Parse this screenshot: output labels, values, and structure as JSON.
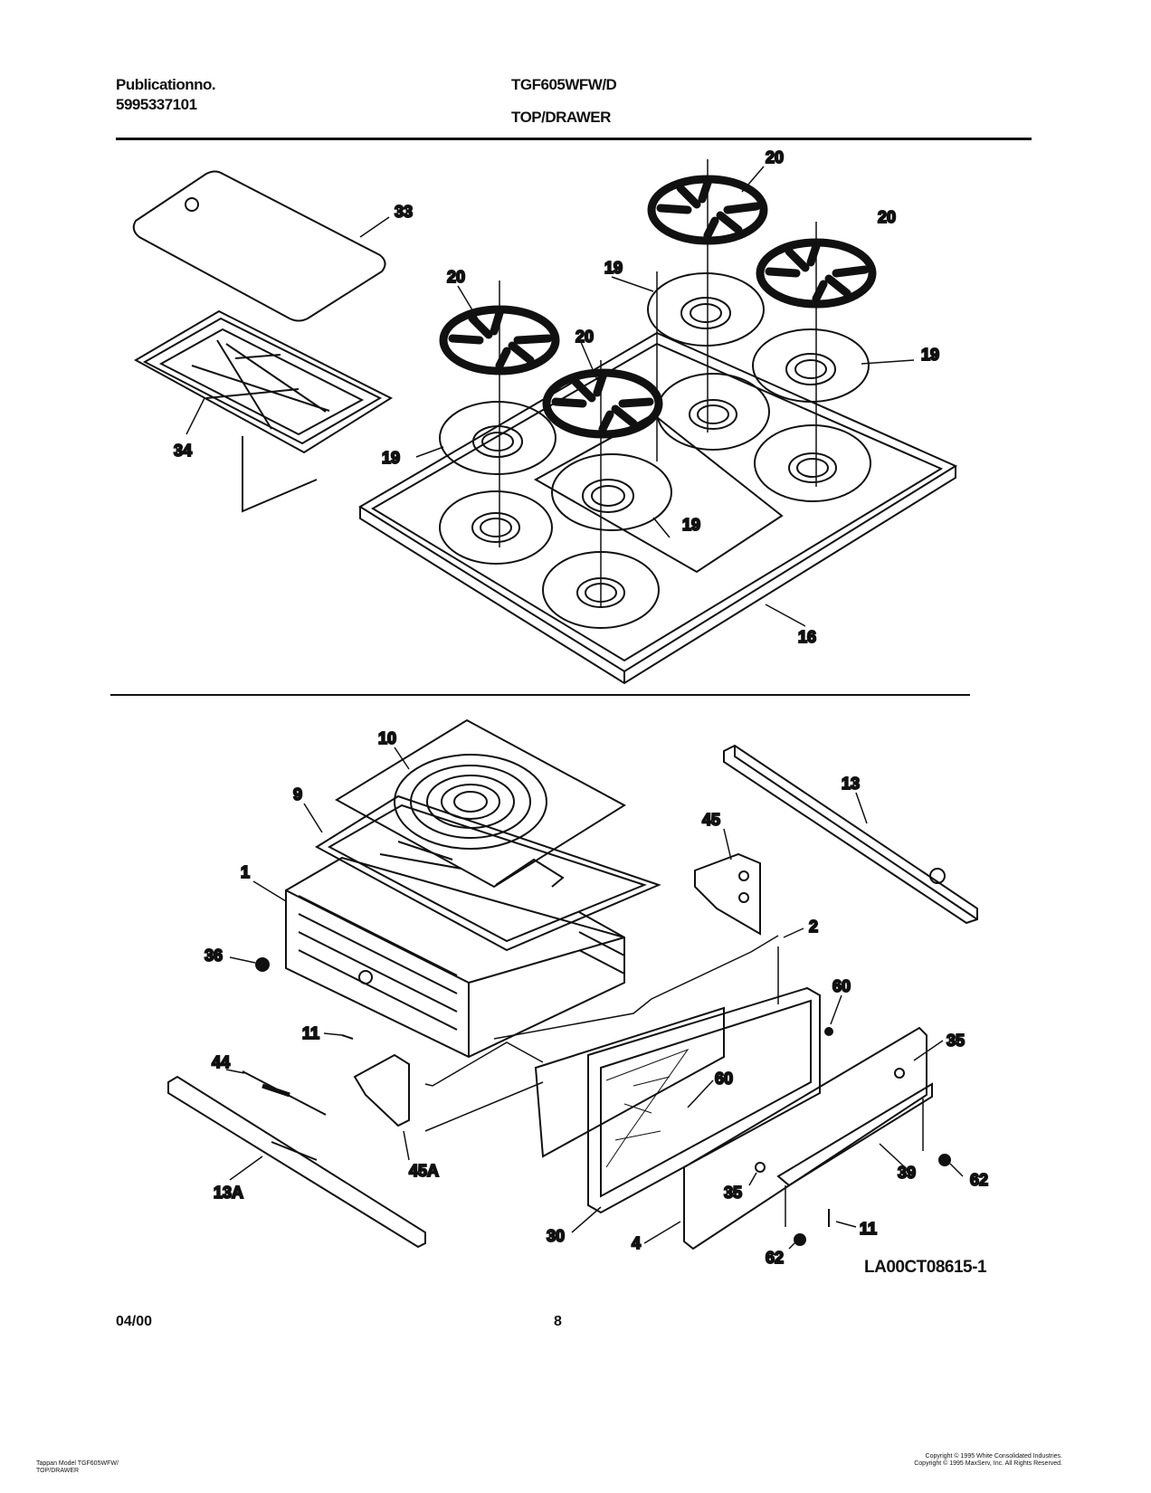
{
  "header": {
    "publication_label": "Publicationno.",
    "publication_number": "5995337101",
    "model": "TGF605WFW/D",
    "section_title": "TOP/DRAWER"
  },
  "callouts": {
    "top_panel": [
      "33",
      "34",
      "20",
      "20",
      "20",
      "20",
      "19",
      "19",
      "19",
      "19",
      "16"
    ],
    "drawer": [
      "10",
      "9",
      "1",
      "36",
      "11",
      "44",
      "13A",
      "45A",
      "13",
      "45",
      "2",
      "60",
      "35",
      "60",
      "30",
      "4",
      "35",
      "62",
      "39",
      "62",
      "11"
    ]
  },
  "drawing_id": "LA00CT08615-1",
  "footer": {
    "date": "04/00",
    "page": "8",
    "left_note": [
      "Tappan Model TGF605WFW/",
      "TOP/DRAWER"
    ],
    "copyright": [
      "Copyright © 1995 White Consolidated Industries.",
      "Copyright © 1995 MaxServ, Inc. All Rights Reserved."
    ]
  }
}
